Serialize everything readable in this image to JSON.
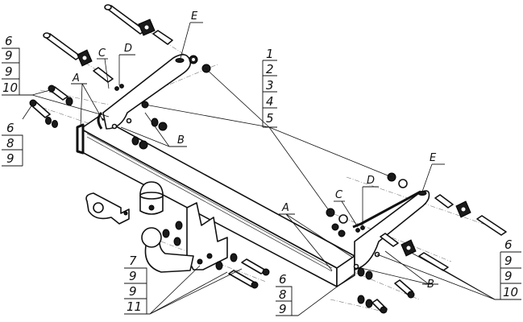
{
  "title": "Tow hitch assembly – exploded view",
  "callouts": {
    "top_left_stack": [
      "6",
      "9",
      "9",
      "10"
    ],
    "left_mid_stack": [
      "6",
      "8",
      "9"
    ],
    "center_stack": [
      "1",
      "2",
      "3",
      "4",
      "5"
    ],
    "right_stack": [
      "6",
      "9",
      "9",
      "10"
    ],
    "bottom_center_stack": [
      "6",
      "8",
      "9"
    ],
    "bottom_left_stack": [
      "7",
      "9",
      "9",
      "11"
    ]
  },
  "letters": {
    "A_left": "A",
    "A_right": "A",
    "B_left": "B",
    "B_right": "B",
    "C_left": "C",
    "C_right": "C",
    "D_left": "D",
    "D_right": "D",
    "E_left": "E",
    "E_right": "E"
  },
  "colors": {
    "line": "#111111",
    "background": "#ffffff"
  }
}
